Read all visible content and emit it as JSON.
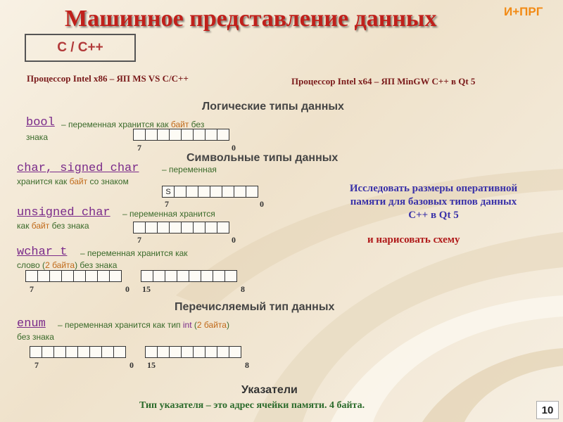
{
  "header": {
    "title": "Машинное представление данных",
    "brand": "И+ПРГ",
    "lang_box": "C / C++"
  },
  "processors": {
    "left": "Процессор Intel x86  –  ЯП MS VS C/C++",
    "right": "Процессор Intel x64  –  ЯП MinGW  C++ в Qt 5"
  },
  "sections": {
    "logical": "Логические типы данных",
    "symbolic": "Символьные типы данных",
    "enumerated": "Перечисляемый тип данных"
  },
  "types": {
    "bool": {
      "keyword": "bool",
      "desc_a": "– переменная хранится как ",
      "desc_hl": "байт",
      "desc_b": " без",
      "desc_c": "знака",
      "bit_hi": "7",
      "bit_lo": "0"
    },
    "char": {
      "keyword": "char,  signed  char",
      "desc_a": "–  переменная",
      "desc_b": "хранится как ",
      "desc_hl": "байт",
      "desc_c": " со знаком",
      "sign_cell": "S",
      "bit_hi": "7",
      "bit_lo": "0"
    },
    "uchar": {
      "keyword": "unsigned  char",
      "desc_a": "–  переменная  хранится",
      "desc_b": "как ",
      "desc_hl": "байт",
      "desc_c": " без знака",
      "bit_hi": "7",
      "bit_lo": "0"
    },
    "wchar": {
      "keyword": "wchar_t",
      "desc_a": "–   переменная   хранится   как",
      "desc_b": "слово (",
      "desc_hl": "2 байта",
      "desc_c": ") без знака",
      "bit_a_hi": "7",
      "bit_a_lo": "0",
      "bit_b_hi": "15",
      "bit_b_lo": "8"
    },
    "enum": {
      "keyword": "enum",
      "desc_a": "– переменная хранится как тип ",
      "desc_int": "int",
      "desc_b": " (",
      "desc_hl": "2 байта",
      "desc_c": ")",
      "desc_d": "без знака",
      "bit_a_hi": "7",
      "bit_a_lo": "0",
      "bit_b_hi": "15",
      "bit_b_lo": "8"
    }
  },
  "task_note": {
    "line1": "Исследовать размеры оперативной",
    "line2": "памяти для базовых типов данных",
    "line3": "С++ в Qt 5",
    "line4": "и нарисовать  схему"
  },
  "pointers": {
    "heading": "Указатели",
    "text": "Тип указателя – это адрес ячейки памяти.  4 байта."
  },
  "page_number": "10",
  "colors": {
    "title": "#c0201b",
    "brand": "#f28a14",
    "keyword": "#7a2a8a",
    "description": "#3a6a2a",
    "highlight": "#c06a1a",
    "task": "#3a32a8"
  }
}
